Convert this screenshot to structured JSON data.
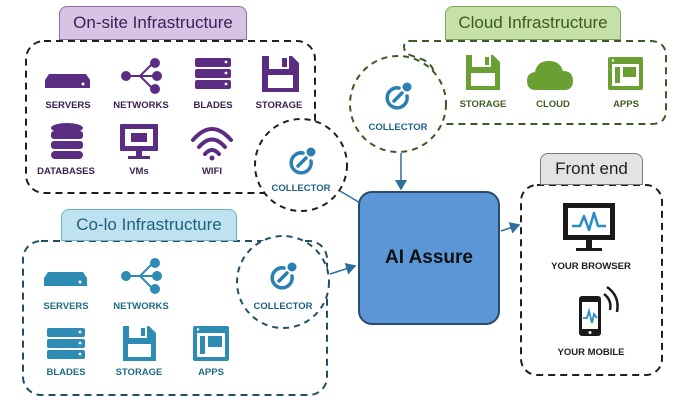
{
  "onsite": {
    "title": "On-site Infrastructure",
    "items": [
      "SERVERS",
      "NETWORKS",
      "BLADES",
      "STORAGE",
      "DATABASES",
      "VMs",
      "WIFI"
    ],
    "collector": "COLLECTOR",
    "color": "#5b2d82"
  },
  "cloud": {
    "title": "Cloud Infrastructure",
    "items": [
      "STORAGE",
      "CLOUD",
      "APPS"
    ],
    "collector": "COLLECTOR",
    "color": "#6aa033"
  },
  "colo": {
    "title": "Co-lo Infrastructure",
    "items": [
      "SERVERS",
      "NETWORKS",
      "BLADES",
      "STORAGE",
      "APPS"
    ],
    "collector": "COLLECTOR",
    "color": "#2e8bb4"
  },
  "frontend": {
    "title": "Front end",
    "items": [
      "YOUR BROWSER",
      "YOUR MOBILE"
    ]
  },
  "center": {
    "title": "AI Assure",
    "color": "#5b96d6"
  }
}
